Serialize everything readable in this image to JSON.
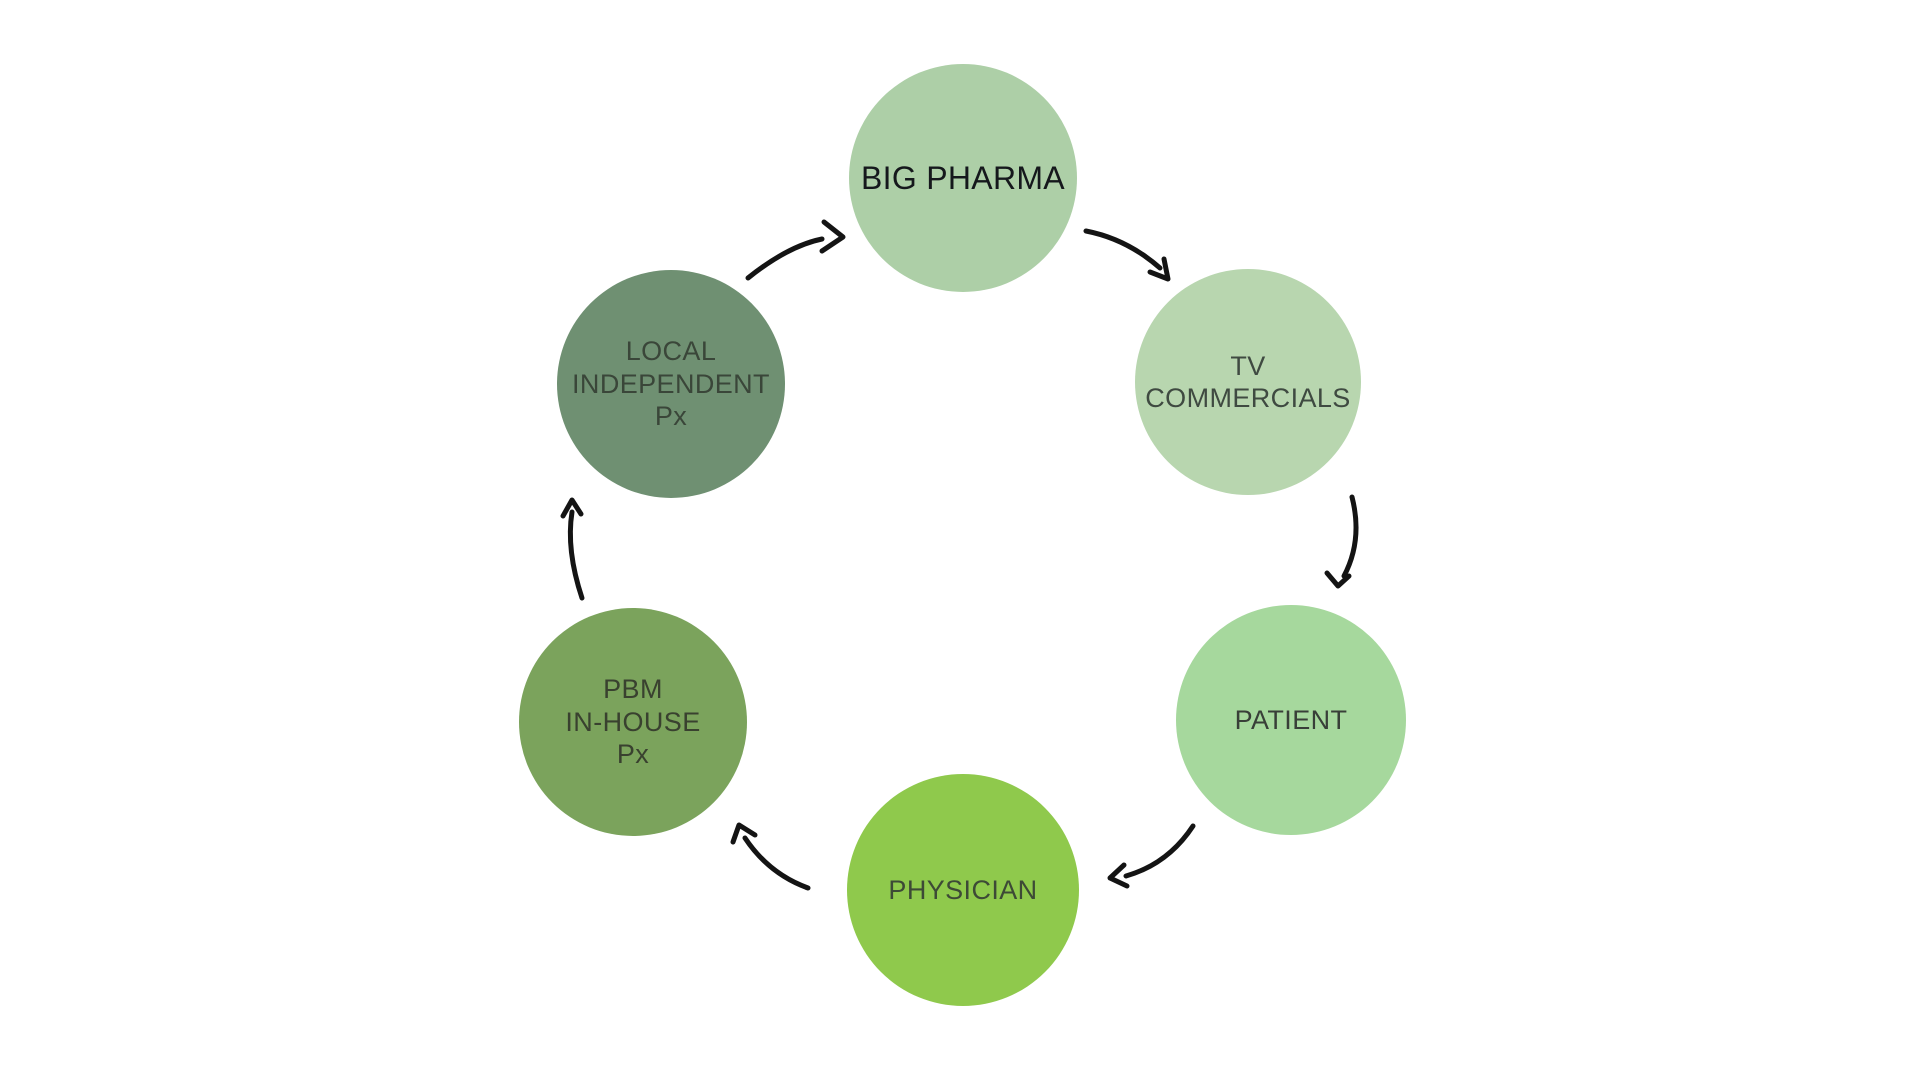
{
  "diagram": {
    "type": "cycle",
    "flow_direction": "clockwise",
    "background_color": "#ffffff",
    "arrow_color": "#141414",
    "nodes": [
      {
        "id": "big-pharma",
        "label": "BIG PHARMA",
        "fill": "#adcfa7",
        "text_color": "#15181c"
      },
      {
        "id": "tv-commercials",
        "label": "TV\nCOMMERCIALS",
        "fill": "#b8d6af",
        "text_color": "#3f4a41"
      },
      {
        "id": "patient",
        "label": "PATIENT",
        "fill": "#a6d89d",
        "text_color": "#383f38"
      },
      {
        "id": "physician",
        "label": "PHYSICIAN",
        "fill": "#8fc94c",
        "text_color": "#3d4a36"
      },
      {
        "id": "pbm-in-house-px",
        "label": "PBM\nIN-HOUSE\nPx",
        "fill": "#7ba35c",
        "text_color": "#39412f"
      },
      {
        "id": "local-independent-px",
        "label": "LOCAL\nINDEPENDENT\nPx",
        "fill": "#6f9072",
        "text_color": "#3a4639"
      }
    ],
    "edges": [
      {
        "from": "local-independent-px",
        "to": "big-pharma"
      },
      {
        "from": "big-pharma",
        "to": "tv-commercials"
      },
      {
        "from": "tv-commercials",
        "to": "patient"
      },
      {
        "from": "patient",
        "to": "physician"
      },
      {
        "from": "physician",
        "to": "pbm-in-house-px"
      },
      {
        "from": "pbm-in-house-px",
        "to": "local-independent-px"
      }
    ]
  }
}
